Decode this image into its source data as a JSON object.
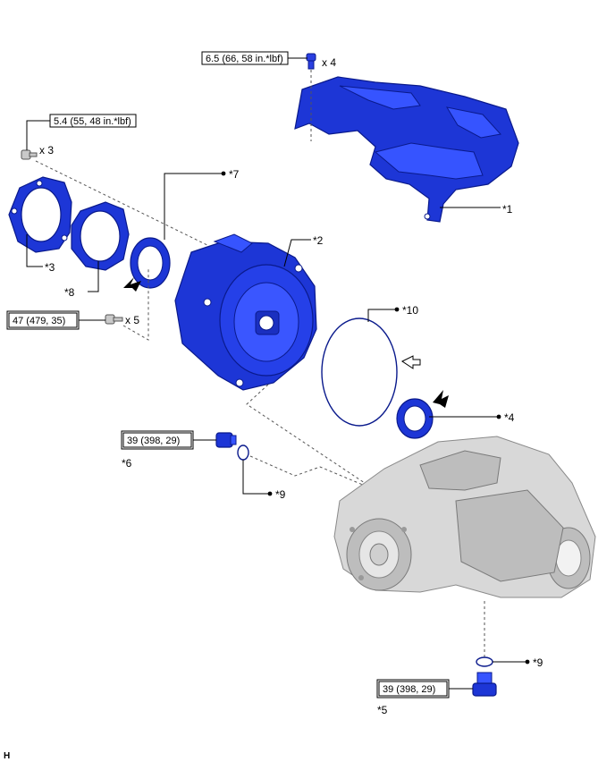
{
  "callouts": {
    "p1": "*1",
    "p2": "*2",
    "p3": "*3",
    "p4": "*4",
    "p5": "*5",
    "p6": "*6",
    "p7": "*7",
    "p8": "*8",
    "p9a": "*9",
    "p9b": "*9",
    "p10": "*10"
  },
  "torque": {
    "t1": "6.5 (66, 58 in.*lbf)",
    "t2": "5.4 (55, 48 in.*lbf)",
    "t3": "47 (479, 35)",
    "t4": "39 (398, 29)",
    "t5": "39 (398, 29)"
  },
  "qty": {
    "q1": "x 4",
    "q2": "x 3",
    "q3": "x 5"
  },
  "corner_mark": "H"
}
